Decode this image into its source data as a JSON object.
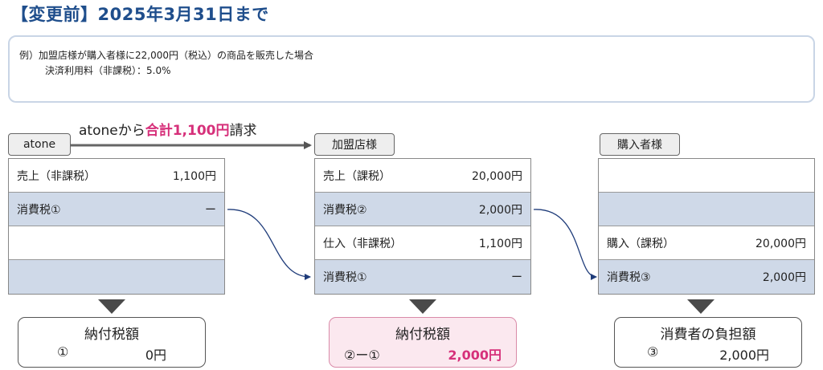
{
  "title": "【変更前】2025年3月31日まで",
  "example": {
    "line1": "例）加盟店様が購入者様に22,000円（税込）の商品を販売した場合",
    "line2": "決済利用料（非課税）：5.0%"
  },
  "flow": {
    "prefix": "atoneから",
    "highlight": "合計1,100円",
    "suffix": "請求"
  },
  "parties": {
    "atone": {
      "label": "atone",
      "rows": [
        {
          "label": "売上（非課税）",
          "value": "1,100円"
        },
        {
          "label": "消費税①",
          "value": "ー"
        },
        {
          "label": "",
          "value": ""
        },
        {
          "label": "",
          "value": ""
        }
      ],
      "result": {
        "title": "納付税額",
        "key": "①",
        "value": "0円"
      }
    },
    "merchant": {
      "label": "加盟店様",
      "rows": [
        {
          "label": "売上（課税）",
          "value": "20,000円"
        },
        {
          "label": "消費税②",
          "value": "2,000円"
        },
        {
          "label": "仕入（非課税）",
          "value": "1,100円"
        },
        {
          "label": "消費税①",
          "value": "ー"
        }
      ],
      "result": {
        "title": "納付税額",
        "key": "②ー①",
        "value": "2,000円"
      }
    },
    "buyer": {
      "label": "購入者様",
      "rows": [
        {
          "label": "",
          "value": ""
        },
        {
          "label": "",
          "value": ""
        },
        {
          "label": "購入（課税）",
          "value": "20,000円"
        },
        {
          "label": "消費税③",
          "value": "2,000円"
        }
      ],
      "result": {
        "title": "消費者の負担額",
        "key": "③",
        "value": "2,000円"
      }
    }
  },
  "colors": {
    "title": "#1f4e8c",
    "row_blue": "#cfd9e8",
    "highlight": "#d6307a",
    "connector": "#1f3c7a"
  }
}
